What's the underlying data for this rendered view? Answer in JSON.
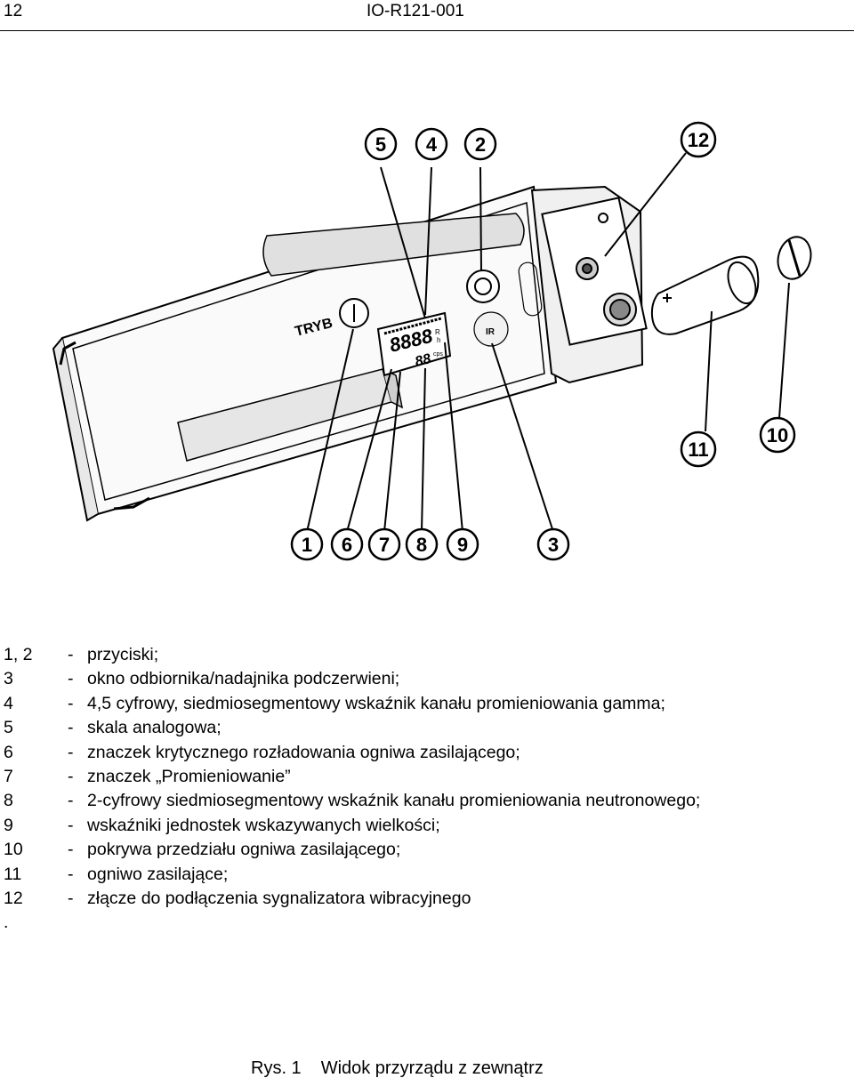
{
  "header": {
    "page_number": "12",
    "document_code": "IO-R121-001"
  },
  "figure": {
    "device_labels": {
      "mode_button": "TRYB",
      "ir_window": "IR",
      "display_digits_main": "8888",
      "display_digits_small": "88",
      "display_unit_rate": "R",
      "display_unit_h": "h",
      "display_unit_cps": "cps"
    },
    "callouts": [
      "5",
      "4",
      "2",
      "12",
      "11",
      "10",
      "1",
      "6",
      "7",
      "8",
      "9",
      "3"
    ]
  },
  "legend": {
    "items": [
      {
        "num": "1, 2",
        "text": "przyciski;"
      },
      {
        "num": "3",
        "text": "okno odbiornika/nadajnika podczerwieni;"
      },
      {
        "num": "4",
        "text": "4,5 cyfrowy, siedmiosegmentowy wskaźnik kanału promieniowania gamma;"
      },
      {
        "num": "5",
        "text": "skala analogowa;"
      },
      {
        "num": "6",
        "text": "znaczek krytycznego rozładowania ogniwa zasilającego;"
      },
      {
        "num": "7",
        "text": "znaczek „Promieniowanie”"
      },
      {
        "num": "8",
        "text": "2-cyfrowy siedmiosegmentowy wskaźnik kanału promieniowania neutronowego;"
      },
      {
        "num": "9",
        "text": "wskaźniki jednostek wskazywanych wielkości;"
      },
      {
        "num": "10",
        "text": "pokrywa przedziału ogniwa zasilającego;"
      },
      {
        "num": "11",
        "text": " ogniwo zasilające;"
      },
      {
        "num": "12",
        "text": " złącze do podłączenia sygnalizatora wibracyjnego"
      }
    ],
    "dash": "-",
    "trailing": "."
  },
  "caption": {
    "label": "Rys. 1",
    "text": "Widok przyrządu z zewnątrz"
  }
}
